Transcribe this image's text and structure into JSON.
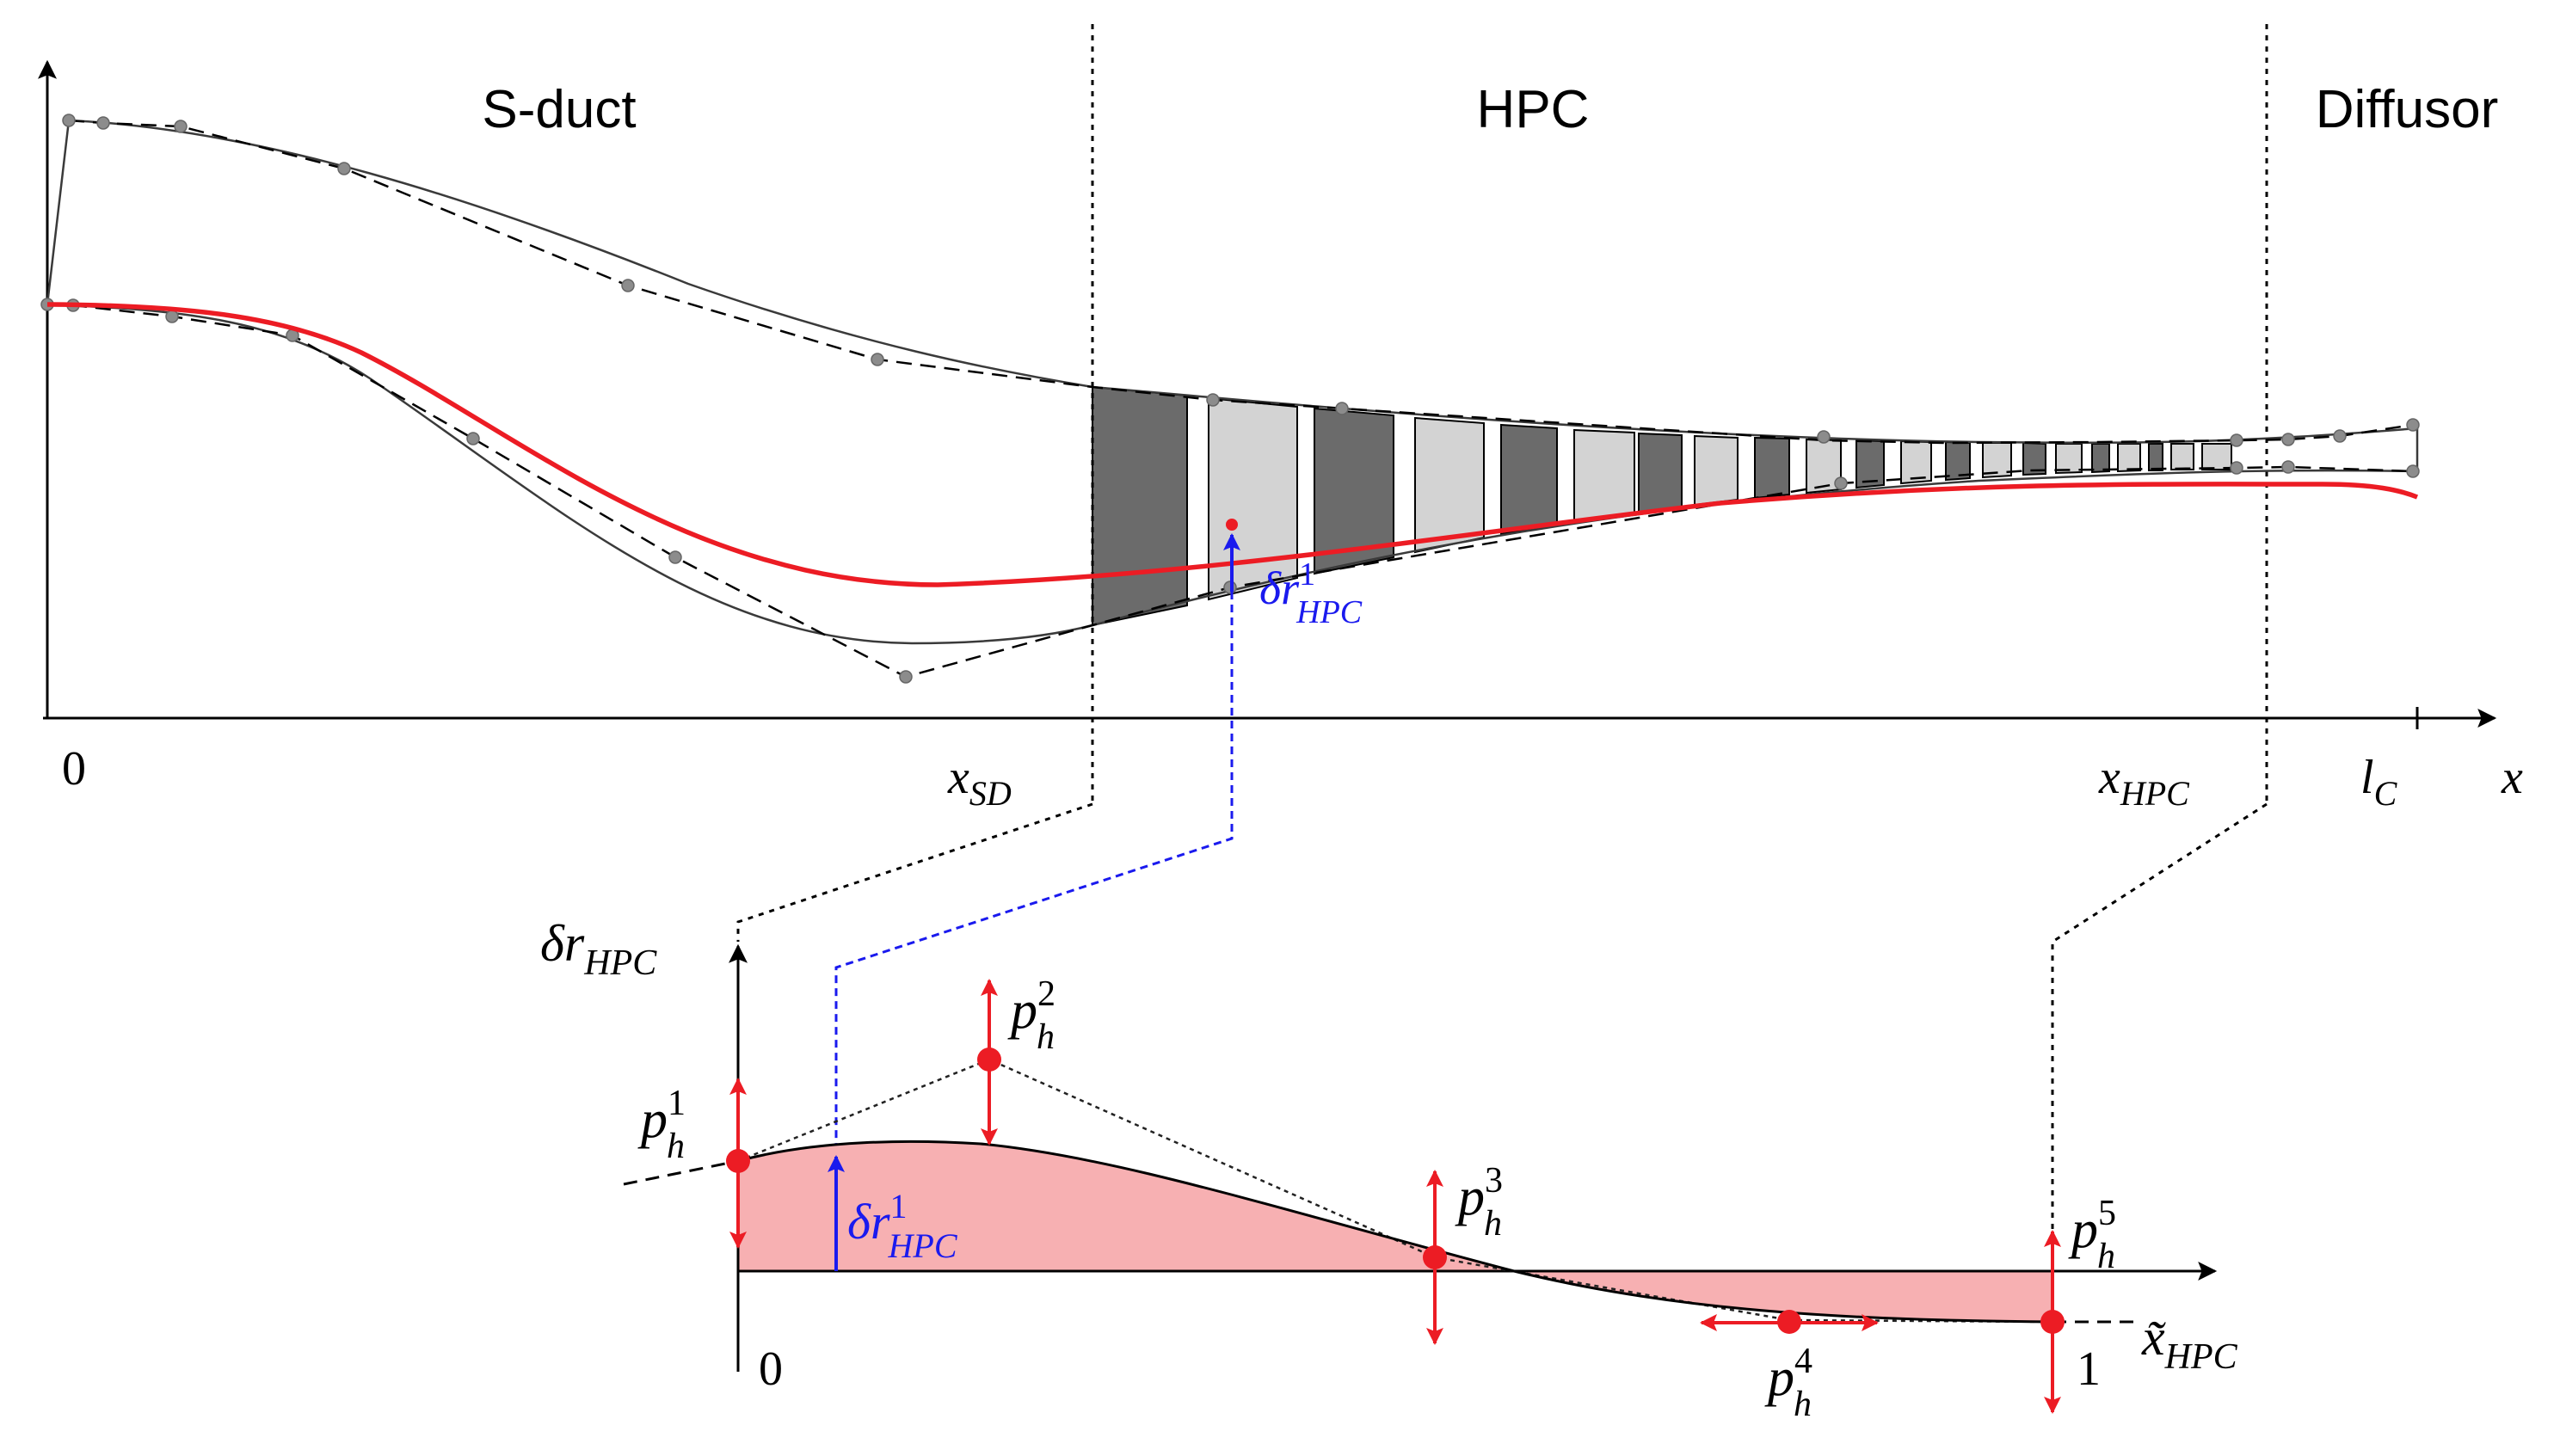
{
  "colors": {
    "red": "#ec1c24",
    "blue": "#1a1aee",
    "dark_blade": "#6b6b6b",
    "light_blade": "#d3d3d3",
    "pink_fill": "#f7b0b2",
    "gray_point": "#8c8c8c"
  },
  "top_plot": {
    "section_labels": {
      "sduct": "S-duct",
      "hpc": "HPC",
      "diffusor": "Diffusor"
    },
    "x_labels": {
      "origin": "0",
      "x_sd": "x",
      "x_sd_sub": "SD",
      "x_hpc": "x",
      "x_hpc_sub": "HPC",
      "l_c": "l",
      "l_c_sub": "C",
      "x": "x"
    },
    "annotation": {
      "base": "δr",
      "sup": "1",
      "sub": "HPC"
    }
  },
  "bottom_plot": {
    "y_label": {
      "base": "δr",
      "sub": "HPC"
    },
    "x_label": {
      "base": "x̃",
      "sub": "HPC"
    },
    "tick_zero": "0",
    "tick_one": "1",
    "annotation": {
      "base": "δr",
      "sup": "1",
      "sub": "HPC"
    },
    "points": [
      {
        "base": "p",
        "sub": "h",
        "sup": "1"
      },
      {
        "base": "p",
        "sub": "h",
        "sup": "2"
      },
      {
        "base": "p",
        "sub": "h",
        "sup": "3"
      },
      {
        "base": "p",
        "sub": "h",
        "sup": "4"
      },
      {
        "base": "p",
        "sub": "h",
        "sup": "5"
      }
    ]
  }
}
